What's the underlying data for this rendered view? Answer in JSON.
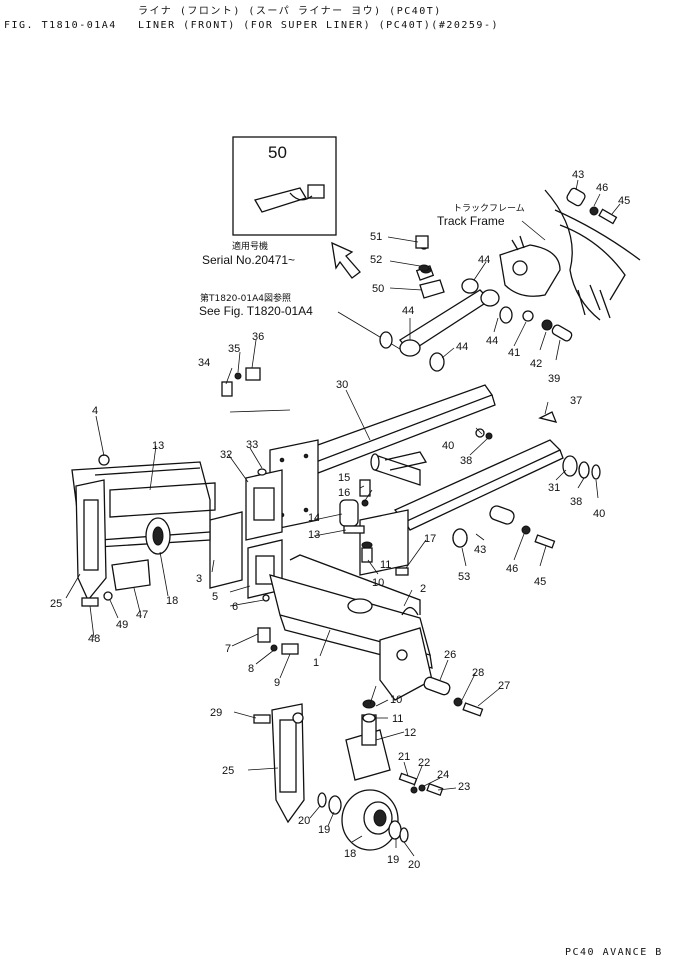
{
  "header": {
    "fig_label": "FIG. T1810-01A4",
    "jp_line": "ライナ (フロント) (スーパ ライナー ヨウ) (PC40T)",
    "title": "LINER (FRONT) (FOR SUPER LINER) (PC40T)(#20259-)"
  },
  "inset": {
    "part_no": "50",
    "jp_serial": "適用号機",
    "serial": "Serial No.20471~"
  },
  "track_frame": {
    "jp": "トラックフレーム",
    "en": "Track Frame"
  },
  "see_fig": {
    "jp": "第T1820-01A4図参照",
    "en": "See Fig. T1820-01A4"
  },
  "footer": "PC40 AVANCE B",
  "callouts": [
    {
      "id": "c1",
      "label": "1"
    },
    {
      "id": "c2",
      "label": "2"
    },
    {
      "id": "c3",
      "label": "3"
    },
    {
      "id": "c4",
      "label": "4"
    },
    {
      "id": "c5",
      "label": "5"
    },
    {
      "id": "c6",
      "label": "6"
    },
    {
      "id": "c7",
      "label": "7"
    },
    {
      "id": "c8",
      "label": "8"
    },
    {
      "id": "c9",
      "label": "9"
    },
    {
      "id": "c10a",
      "label": "10"
    },
    {
      "id": "c10b",
      "label": "10"
    },
    {
      "id": "c11a",
      "label": "11"
    },
    {
      "id": "c11b",
      "label": "11"
    },
    {
      "id": "c12",
      "label": "12"
    },
    {
      "id": "c13a",
      "label": "13"
    },
    {
      "id": "c13b",
      "label": "13"
    },
    {
      "id": "c14",
      "label": "14"
    },
    {
      "id": "c15",
      "label": "15"
    },
    {
      "id": "c16",
      "label": "16"
    },
    {
      "id": "c17",
      "label": "17"
    },
    {
      "id": "c18a",
      "label": "18"
    },
    {
      "id": "c18b",
      "label": "18"
    },
    {
      "id": "c19a",
      "label": "19"
    },
    {
      "id": "c19b",
      "label": "19"
    },
    {
      "id": "c20a",
      "label": "20"
    },
    {
      "id": "c20b",
      "label": "20"
    },
    {
      "id": "c21",
      "label": "21"
    },
    {
      "id": "c22",
      "label": "22"
    },
    {
      "id": "c23",
      "label": "23"
    },
    {
      "id": "c24",
      "label": "24"
    },
    {
      "id": "c25a",
      "label": "25"
    },
    {
      "id": "c25b",
      "label": "25"
    },
    {
      "id": "c26",
      "label": "26"
    },
    {
      "id": "c27",
      "label": "27"
    },
    {
      "id": "c28",
      "label": "28"
    },
    {
      "id": "c29",
      "label": "29"
    },
    {
      "id": "c30",
      "label": "30"
    },
    {
      "id": "c31",
      "label": "31"
    },
    {
      "id": "c32",
      "label": "32"
    },
    {
      "id": "c33",
      "label": "33"
    },
    {
      "id": "c34",
      "label": "34"
    },
    {
      "id": "c35",
      "label": "35"
    },
    {
      "id": "c36",
      "label": "36"
    },
    {
      "id": "c37",
      "label": "37"
    },
    {
      "id": "c38a",
      "label": "38"
    },
    {
      "id": "c38b",
      "label": "38"
    },
    {
      "id": "c39",
      "label": "39"
    },
    {
      "id": "c40a",
      "label": "40"
    },
    {
      "id": "c40b",
      "label": "40"
    },
    {
      "id": "c41",
      "label": "41"
    },
    {
      "id": "c42",
      "label": "42"
    },
    {
      "id": "c43a",
      "label": "43"
    },
    {
      "id": "c43b",
      "label": "43"
    },
    {
      "id": "c44a",
      "label": "44"
    },
    {
      "id": "c44b",
      "label": "44"
    },
    {
      "id": "c44c",
      "label": "44"
    },
    {
      "id": "c44d",
      "label": "44"
    },
    {
      "id": "c45a",
      "label": "45"
    },
    {
      "id": "c45b",
      "label": "45"
    },
    {
      "id": "c46a",
      "label": "46"
    },
    {
      "id": "c46b",
      "label": "46"
    },
    {
      "id": "c47",
      "label": "47"
    },
    {
      "id": "c48",
      "label": "48"
    },
    {
      "id": "c49",
      "label": "49"
    },
    {
      "id": "c50",
      "label": "50"
    },
    {
      "id": "c51",
      "label": "51"
    },
    {
      "id": "c52",
      "label": "52"
    },
    {
      "id": "c53",
      "label": "53"
    }
  ]
}
